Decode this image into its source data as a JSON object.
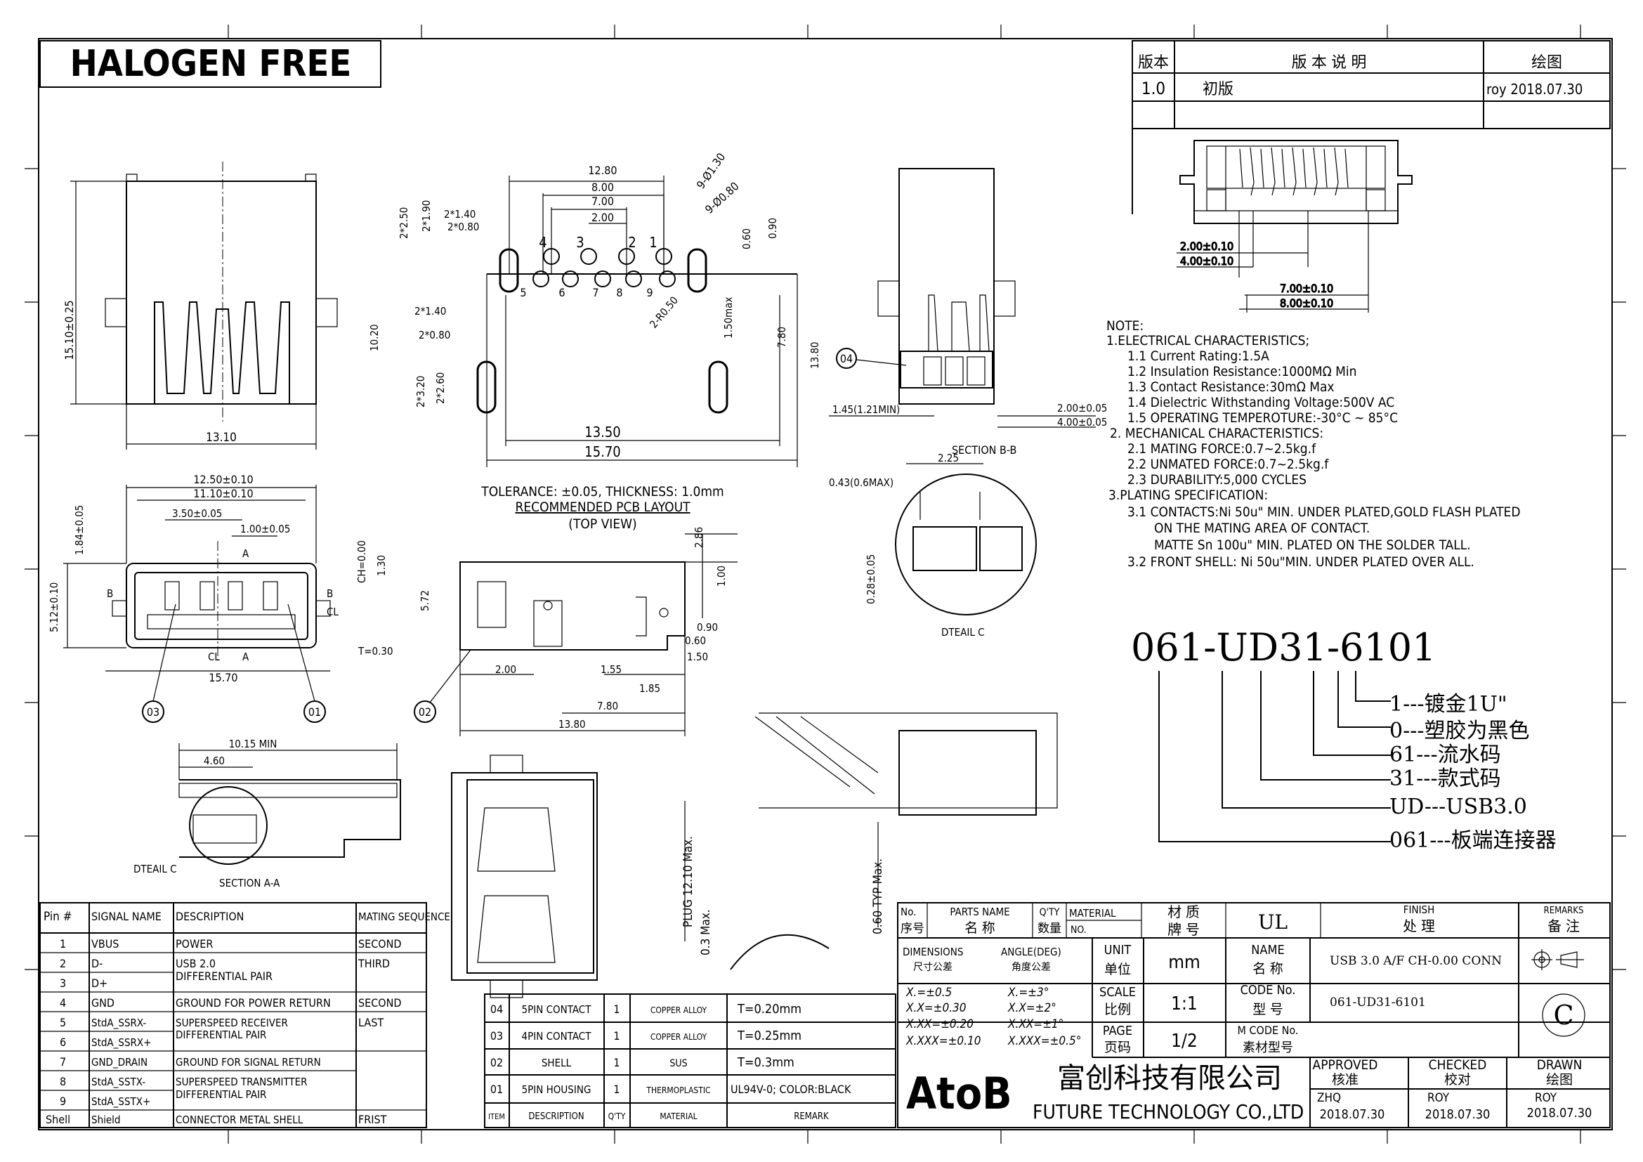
{
  "header_box": {
    "title": "HALOGEN FREE"
  },
  "revision": {
    "headers": [
      "版本",
      "版  本  说  明",
      "绘图"
    ],
    "rows": [
      {
        "ver": "1.0",
        "desc": "初版",
        "drawn": "roy 2018.07.30"
      }
    ]
  },
  "notes": {
    "title": "NOTE:",
    "lines": [
      "1.ELECTRICAL  CHARACTERISTICS;",
      "1.1     Current  Rating:1.5A",
      "1.2     Insulation  Resistance:1000MΩ  Min",
      "1.3     Contact  Resistance:30mΩ  Max",
      "1.4     Dielectric  Withstanding  Voltage:500V  AC",
      "1.5     OPERATING  TEMPEROTURE:-30°C  ~  85°C",
      "2.  MECHANICAL  CHARACTERISTICS:",
      "2.1  MATING  FORCE:0.7~2.5kg.f",
      "2.2  UNMATED  FORCE:0.7~2.5kg.f",
      "2.3  DURABILITY:5,000  CYCLES",
      "3.PLATING  SPECIFICATION:",
      "3.1  CONTACTS:Ni  50u\"  MIN.  UNDER  PLATED,GOLD  FLASH  PLATED",
      "ON  THE  MATING  AREA  OF  CONTACT.",
      "MATTE  Sn  100u\"  MIN.  PLATED  ON  THE  SOLDER  TALL.",
      "3.2  FRONT  SHELL:  Ni  50u\"MIN.  UNDER  PLATED  OVER  ALL."
    ]
  },
  "part_code": {
    "code": "061-UD31-6101",
    "legend": [
      "1---镀金1U\"",
      "0---塑胶为黑色",
      "61---流水码",
      "31---款式码",
      "UD---USB3.0",
      "061---板端连接器"
    ]
  },
  "pcb_layout": {
    "tolerance": "TOLERANCE: ±0.05, THICKNESS: 1.0mm",
    "title": "RECOMMENDED PCB LAYOUT",
    "view": "(TOP VIEW)",
    "pin_numbers_top": [
      "4",
      "3",
      "2",
      "1"
    ],
    "pin_numbers_bottom": [
      "5",
      "6",
      "7",
      "8",
      "9"
    ],
    "dims": [
      "12.80",
      "8.00",
      "7.00",
      "2.00",
      "9-Ø1.30",
      "9-Ø0.80",
      "2*1.40",
      "2*0.80",
      "2*2.50",
      "2*1.90",
      "0.60",
      "0.90",
      "2*1.40",
      "2*0.80",
      "10.20",
      "2*3.20",
      "2*2.60",
      "2-R0.50",
      "1.50max",
      "7.80",
      "13.80",
      "13.50",
      "15.70"
    ]
  },
  "front_view": {
    "dims": [
      "15.10±0.25",
      "13.10"
    ]
  },
  "side_view": {
    "dims": [
      "1.45(1.21MIN)",
      "2.00±0.05",
      "4.00±0.05"
    ],
    "callout": "04"
  },
  "top_detail": {
    "dims": [
      "2.00±0.10",
      "4.00±0.10",
      "7.00±0.10",
      "8.00±0.10"
    ]
  },
  "front_dim_view": {
    "dims": [
      "12.50±0.10",
      "11.10±0.10",
      "3.50±0.05",
      "1.00±0.05",
      "1.84±0.05",
      "5.12±0.10",
      "CH=0.00",
      "1.30",
      "T=0.30",
      "15.70"
    ],
    "labels": [
      "A",
      "A",
      "B",
      "B",
      "CL",
      "CL"
    ],
    "callouts": [
      "03",
      "01"
    ]
  },
  "side_dim_view": {
    "dims": [
      "2.86",
      "1.00",
      "5.72",
      "0.90",
      "0.60",
      "1.50",
      "2.00",
      "1.55",
      "1.85",
      "7.80",
      "13.80"
    ],
    "callout": "02"
  },
  "section_bb": {
    "title": "SECTION B-B",
    "dims": [
      "2.25",
      "0.43(0.6MAX)",
      "0.28±0.05"
    ],
    "label": "DTEAIL C"
  },
  "section_aa": {
    "dims": [
      "10.15 MIN",
      "4.60"
    ],
    "labels": [
      "DTEAIL C",
      "SECTION A-A"
    ]
  },
  "plug_view": {
    "dims": [
      "PLUG 12.10 Max.",
      "0.3 Max.",
      "0.60 TYP Max."
    ]
  },
  "pin_table": {
    "headers": [
      "Pin #",
      "SIGNAL NAME",
      "DESCRIPTION",
      "MATING SEQUENCE"
    ],
    "rows": [
      {
        "pin": "1",
        "signal": "VBUS",
        "desc": "POWER",
        "seq": "SECOND"
      },
      {
        "pin": "2",
        "signal": "D-",
        "desc": "USB 2.0",
        "seq": "THIRD"
      },
      {
        "pin": "3",
        "signal": "D+",
        "desc": "DIFFERENTIAL PAIR",
        "seq": ""
      },
      {
        "pin": "4",
        "signal": "GND",
        "desc": "GROUND FOR POWER RETURN",
        "seq": "SECOND"
      },
      {
        "pin": "5",
        "signal": "StdA_SSRX-",
        "desc": "SUPERSPEED RECEIVER",
        "seq": "LAST"
      },
      {
        "pin": "6",
        "signal": "StdA_SSRX+",
        "desc": "DIFFERENTIAL PAIR",
        "seq": ""
      },
      {
        "pin": "7",
        "signal": "GND_DRAIN",
        "desc": "GROUND FOR SIGNAL RETURN",
        "seq": ""
      },
      {
        "pin": "8",
        "signal": "StdA_SSTX-",
        "desc": "SUPERSPEED TRANSMITTER",
        "seq": ""
      },
      {
        "pin": "9",
        "signal": "StdA_SSTX+",
        "desc": "DIFFERENTIAL PAIR",
        "seq": ""
      },
      {
        "pin": "Shell",
        "signal": "Shield",
        "desc": "CONNECTOR METAL SHELL",
        "seq": "FRIST"
      }
    ]
  },
  "bom": {
    "headers": [
      "ITEM",
      "DESCRIPTION",
      "Q'TY",
      "MATERIAL",
      "REMARK"
    ],
    "rows": [
      {
        "item": "04",
        "desc": "5PIN CONTACT",
        "qty": "1",
        "mat": "COPPER ALLOY",
        "remark": "T=0.20mm"
      },
      {
        "item": "03",
        "desc": "4PIN CONTACT",
        "qty": "1",
        "mat": "COPPER ALLOY",
        "remark": "T=0.25mm"
      },
      {
        "item": "02",
        "desc": "SHELL",
        "qty": "1",
        "mat": "SUS",
        "remark": "T=0.3mm"
      },
      {
        "item": "01",
        "desc": "5PIN HOUSING",
        "qty": "1",
        "mat": "THERMOPLASTIC",
        "remark": "UL94V-0; COLOR:BLACK"
      }
    ]
  },
  "title_block": {
    "no": "No.",
    "no_cn": "序号",
    "parts_name": "PARTS NAME",
    "parts_name_cn": "名  称",
    "qty": "Q'TY",
    "qty_cn": "数量",
    "material": "MATERIAL",
    "material_cn": "材  质",
    "material_no": "NO.",
    "brand_cn": "牌  号",
    "ul": "UL",
    "finish": "FINISH",
    "finish_cn": "处  理",
    "remarks": "REMARKS",
    "remarks_cn": "备  注",
    "dimensions": "DIMENSIONS",
    "dimensions_cn": "尺寸公差",
    "angle": "ANGLE(DEG)",
    "angle_cn": "角度公差",
    "tol_lin": [
      "X.=±0.5",
      "X.X=±0.30",
      "X.XX=±0.20",
      "X.XXX=±0.10"
    ],
    "tol_ang": [
      "X.=±3°",
      "X.X=±2°",
      "X.XX=±1°",
      "X.XXX=±0.5°"
    ],
    "unit": "UNIT",
    "unit_cn": "单位",
    "unit_val": "mm",
    "name": "NAME",
    "name_cn": "名  称",
    "name_val": "USB 3.0 A/F  CH-0.00 CONN",
    "scale": "SCALE",
    "scale_cn": "比例",
    "scale_val": "1:1",
    "code_no": "CODE No.",
    "code_no_cn": "型  号",
    "code_val": "061-UD31-6101",
    "page": "PAGE",
    "page_cn": "页码",
    "page_val": "1/2",
    "m_code": "M CODE No.",
    "m_code_cn": "素材型号",
    "company_logo": "AtoB",
    "company_cn": "富创科技有限公司",
    "company_en": "FUTURE TECHNOLOGY CO.,LTD",
    "approved": "APPROVED",
    "approved_cn": "核准",
    "approved_by": "ZHQ",
    "approved_date": "2018.07.30",
    "checked": "CHECKED",
    "checked_cn": "校对",
    "checked_by": "ROY",
    "checked_date": "2018.07.30",
    "drawn": "DRAWN",
    "drawn_cn": "绘图",
    "drawn_by": "ROY",
    "drawn_date": "2018.07.30",
    "rev_symbol": "C"
  }
}
